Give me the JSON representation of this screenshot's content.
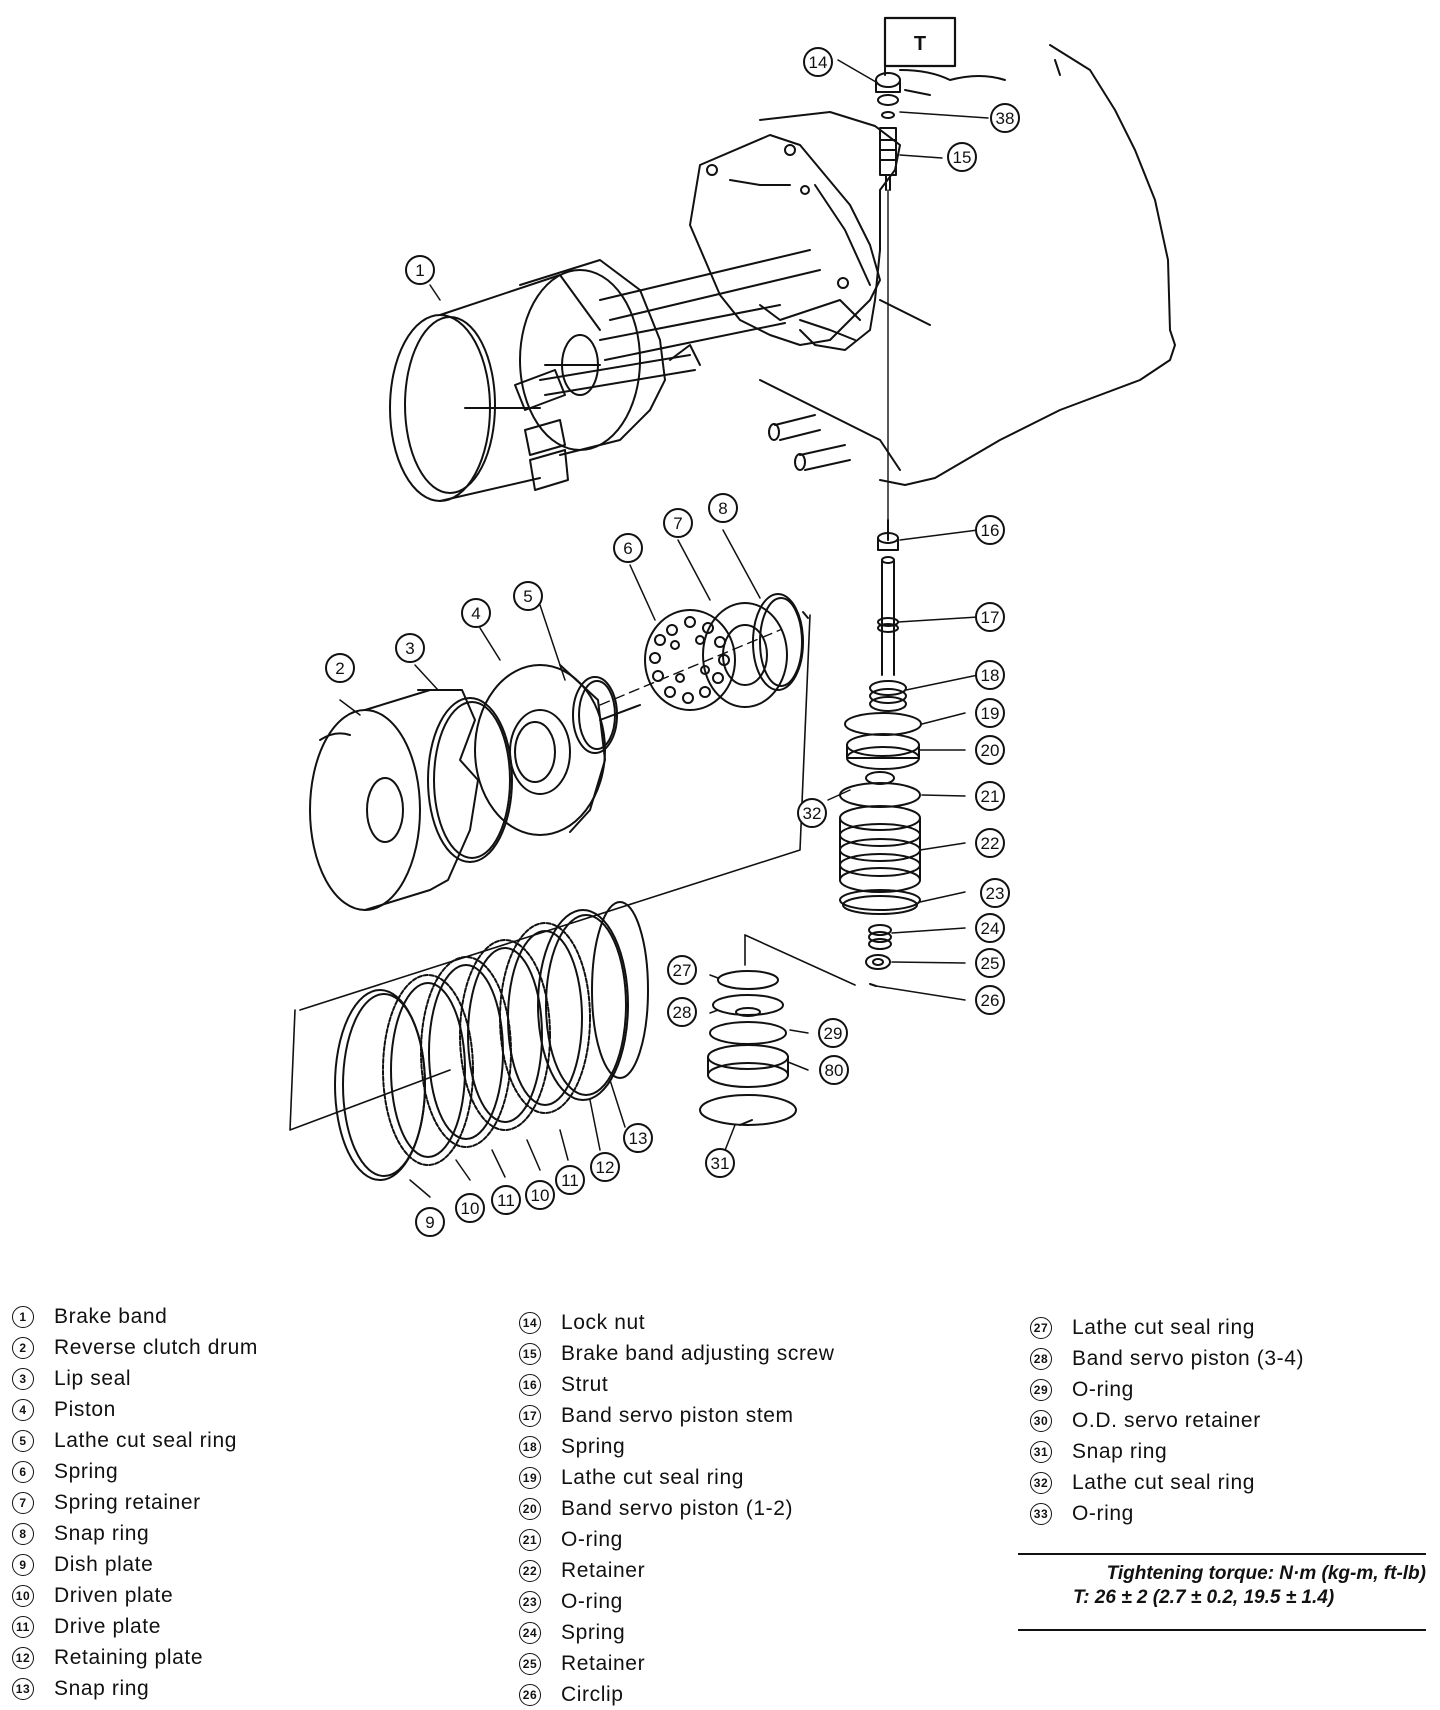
{
  "diagram": {
    "box_label": "T",
    "callouts": [
      "1",
      "2",
      "3",
      "4",
      "5",
      "6",
      "7",
      "8",
      "9",
      "10",
      "11",
      "10",
      "11",
      "12",
      "13",
      "14",
      "38",
      "15",
      "16",
      "17",
      "18",
      "19",
      "20",
      "32",
      "21",
      "22",
      "23",
      "24",
      "25",
      "26",
      "27",
      "28",
      "29",
      "80",
      "31"
    ]
  },
  "legend": {
    "col1": [
      {
        "num": "1",
        "label": "Brake band"
      },
      {
        "num": "2",
        "label": "Reverse clutch drum"
      },
      {
        "num": "3",
        "label": "Lip seal"
      },
      {
        "num": "4",
        "label": "Piston"
      },
      {
        "num": "5",
        "label": "Lathe cut seal ring"
      },
      {
        "num": "6",
        "label": "Spring"
      },
      {
        "num": "7",
        "label": "Spring retainer"
      },
      {
        "num": "8",
        "label": "Snap ring"
      },
      {
        "num": "9",
        "label": "Dish plate"
      },
      {
        "num": "10",
        "label": "Driven plate"
      },
      {
        "num": "11",
        "label": "Drive plate"
      },
      {
        "num": "12",
        "label": "Retaining plate"
      },
      {
        "num": "13",
        "label": "Snap ring"
      }
    ],
    "col2": [
      {
        "num": "14",
        "label": "Lock nut"
      },
      {
        "num": "15",
        "label": "Brake band adjusting screw"
      },
      {
        "num": "16",
        "label": "Strut"
      },
      {
        "num": "17",
        "label": "Band servo piston stem"
      },
      {
        "num": "18",
        "label": "Spring"
      },
      {
        "num": "19",
        "label": "Lathe cut seal ring"
      },
      {
        "num": "20",
        "label": "Band servo piston (1-2)"
      },
      {
        "num": "21",
        "label": "O-ring"
      },
      {
        "num": "22",
        "label": "Retainer"
      },
      {
        "num": "23",
        "label": "O-ring"
      },
      {
        "num": "24",
        "label": "Spring"
      },
      {
        "num": "25",
        "label": "Retainer"
      },
      {
        "num": "26",
        "label": "Circlip"
      }
    ],
    "col3": [
      {
        "num": "27",
        "label": "Lathe cut seal ring"
      },
      {
        "num": "28",
        "label": "Band servo piston (3-4)"
      },
      {
        "num": "29",
        "label": "O-ring"
      },
      {
        "num": "30",
        "label": "O.D. servo retainer"
      },
      {
        "num": "31",
        "label": "Snap ring"
      },
      {
        "num": "32",
        "label": "Lathe cut seal ring"
      },
      {
        "num": "33",
        "label": "O-ring"
      }
    ]
  },
  "torque": {
    "title": "Tightening torque: N·m (kg-m, ft-lb)",
    "value": "T: 26 ± 2 (2.7 ± 0.2, 19.5 ± 1.4)"
  }
}
